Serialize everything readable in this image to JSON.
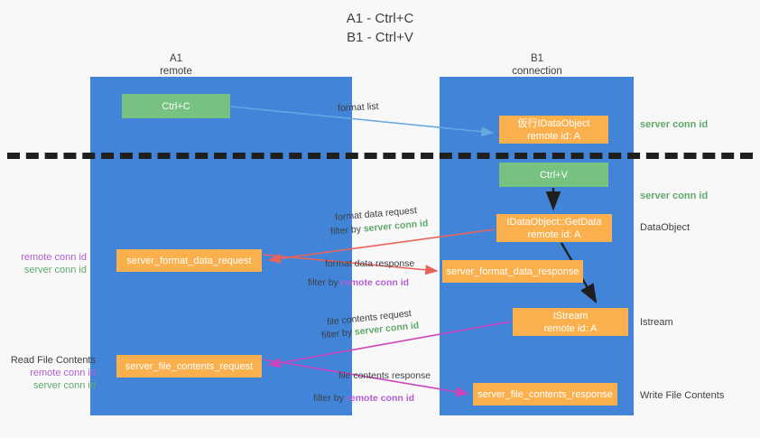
{
  "title": {
    "line1": "A1 - Ctrl+C",
    "line2": "B1 - Ctrl+V"
  },
  "columns": [
    {
      "name": "A1",
      "sub": "remote"
    },
    {
      "name": "B1",
      "sub": "connection"
    }
  ],
  "colors": {
    "lane": "#4285d8",
    "green_box": "#77c181",
    "orange_box": "#fbb04e",
    "server_conn_id": "#5fa86a",
    "remote_conn_id": "#b25fd0",
    "text": "#3c4043",
    "divider": "#1f1f1f",
    "arrow_format_list": "#66a8e0",
    "arrow_format_data": "#e8635a",
    "arrow_file_contents": "#cc44bb",
    "arrow_internal": "#1f1f1f"
  },
  "nodes": {
    "ctrl_c": {
      "line1": "Ctrl+C"
    },
    "idataobject": {
      "line1": "仮行IDataObject",
      "line2": "remote id: A"
    },
    "ctrl_v": {
      "line1": "Ctrl+V"
    },
    "getdata": {
      "line1": "IDataObject::GetData",
      "line2": "remote id: A"
    },
    "istream": {
      "line1": "IStream",
      "line2": "remote id: A"
    },
    "server_format_data_request": {
      "line1": "server_format_data_request"
    },
    "server_format_data_response": {
      "line1": "server_format_data_response"
    },
    "server_file_contents_request": {
      "line1": "server_file_contents_request"
    },
    "server_file_contents_response": {
      "line1": "server_file_contents_response"
    }
  },
  "annotations": {
    "right": [
      {
        "text": "server conn id",
        "color": "green"
      },
      {
        "text": "server conn id",
        "color": "green"
      },
      {
        "text": "DataObject",
        "color": "dark"
      },
      {
        "text": "Istream",
        "color": "dark"
      },
      {
        "text": "Write File Contents",
        "color": "dark"
      }
    ],
    "left_group_1": {
      "remote": "remote conn id",
      "server": "server conn id"
    },
    "left_group_2": {
      "heading": "Read File Contents",
      "remote": "remote conn id",
      "server": "server conn id"
    }
  },
  "edges": {
    "format_list": {
      "label": "format list"
    },
    "format_data_request": {
      "label": "format data request",
      "filter_prefix": "filter by ",
      "filter_key": "server conn id"
    },
    "format_data_response": {
      "label": "format data response",
      "filter_prefix": "filter by ",
      "filter_key": "remote conn id"
    },
    "file_contents_request": {
      "label": "file contents request",
      "filter_prefix": "filter by ",
      "filter_key": "server conn id"
    },
    "file_contents_response": {
      "label": "file contents response",
      "filter_prefix": "filter by ",
      "filter_key": "remote conn id"
    }
  }
}
